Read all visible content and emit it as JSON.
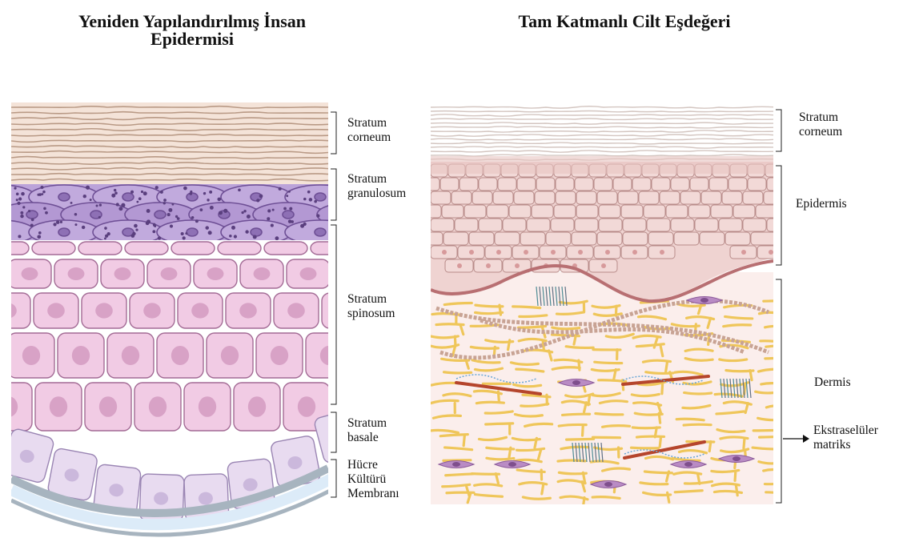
{
  "titles": {
    "left_line1": "Yeniden Yapılandırılmış İnsan",
    "left_line2": "Epidermisi",
    "right": "Tam Katmanlı Cilt Eşdeğeri"
  },
  "left_labels": {
    "corneum": [
      "Stratum",
      "corneum"
    ],
    "granulosum": [
      "Stratum",
      "granulosum"
    ],
    "spinosum": [
      "Stratum",
      "spinosum"
    ],
    "basale": [
      "Stratum",
      "basale"
    ],
    "membrane": [
      "Hücre",
      "Kültürü",
      "Membranı"
    ]
  },
  "right_labels": {
    "corneum": [
      "Stratum",
      "corneum"
    ],
    "epidermis": "Epidermis",
    "dermis": "Dermis",
    "ecm": [
      "Ekstraselüler",
      "matriks"
    ]
  },
  "colors": {
    "corneum_left": "#f3e1d6",
    "granulosum": "#b9a0d8",
    "spinosum": "#efc8e2",
    "basale": "#e6d8ee",
    "membrane": "#dcebf8",
    "dermis_bg": "#fbeeec",
    "collagen": "#f0c85a",
    "epidermis_right": "#efcfcd"
  }
}
